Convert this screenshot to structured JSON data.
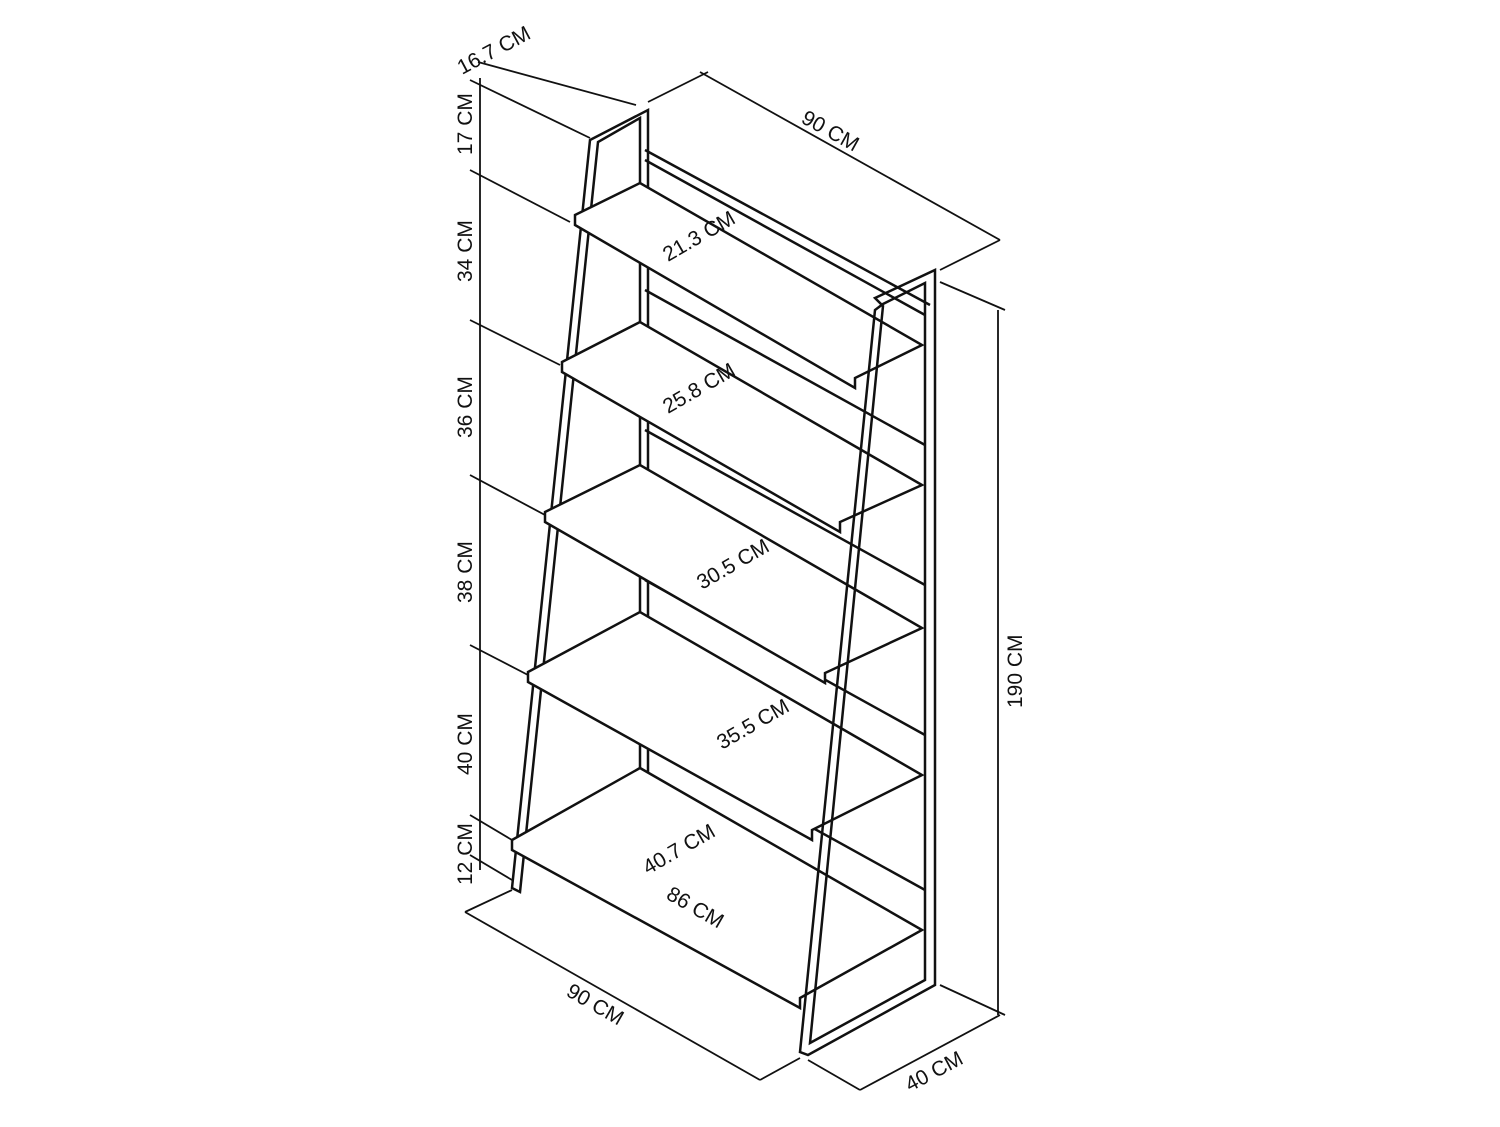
{
  "title": "Ladder shelf dimensions",
  "unit": "CM",
  "dimensions": {
    "top_depth": "16.7 CM",
    "top_width": "90 CM",
    "bottom_width": "90 CM",
    "height": "190 CM",
    "base_depth": "40 CM",
    "inner_width": "86 CM",
    "shelf_gaps": [
      "17 CM",
      "34 CM",
      "36 CM",
      "38 CM",
      "40 CM",
      "12 CM"
    ],
    "shelf_depths": [
      "21.3 CM",
      "25.8 CM",
      "30.5 CM",
      "35.5 CM",
      "40.7 CM"
    ]
  }
}
